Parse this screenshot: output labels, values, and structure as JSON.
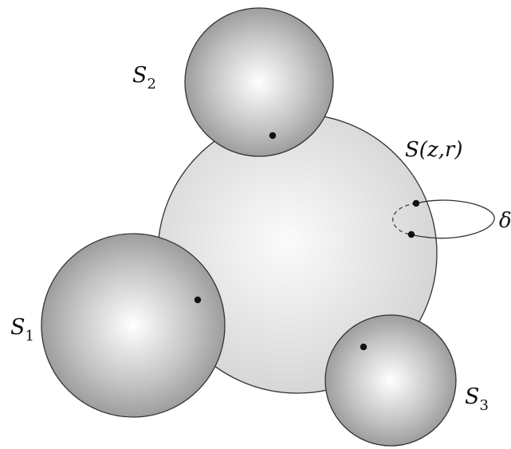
{
  "labels": {
    "sphere_s1": {
      "main": "S",
      "sub": "1"
    },
    "sphere_s2": {
      "main": "S",
      "sub": "2"
    },
    "sphere_s3": {
      "main": "S",
      "sub": "3"
    },
    "sphere_center": "S(z,r)",
    "loop": "δ"
  },
  "colors": {
    "outline": "#333333",
    "dot": "#111111",
    "large_sphere_light": "#fbfbfb",
    "large_sphere_dark": "#d2d2d2",
    "small_sphere_light": "#ffffff",
    "small_sphere_dark": "#8c8c8c"
  }
}
